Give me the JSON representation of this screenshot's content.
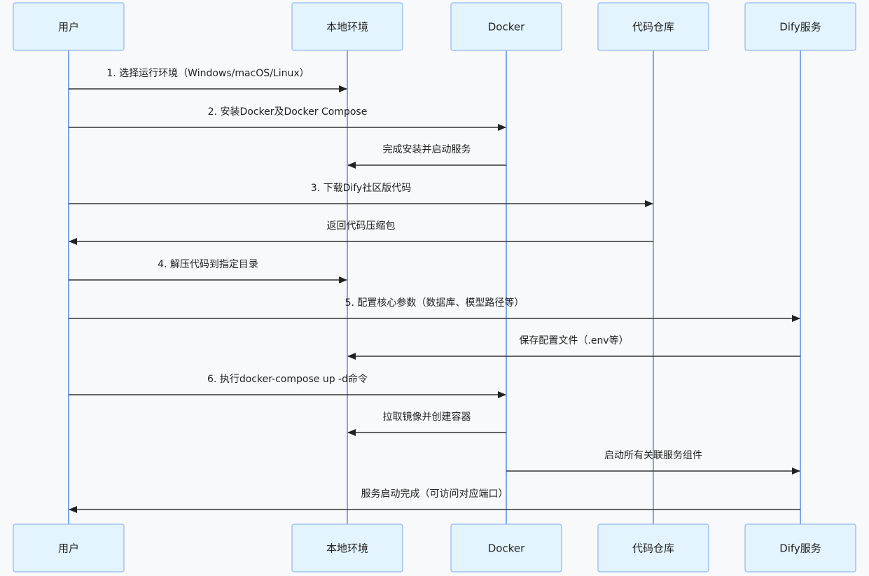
{
  "diagram": {
    "type": "sequence",
    "participants": [
      {
        "id": "user",
        "label": "用户"
      },
      {
        "id": "local",
        "label": "本地环境"
      },
      {
        "id": "docker",
        "label": "Docker"
      },
      {
        "id": "repo",
        "label": "代码仓库"
      },
      {
        "id": "dify",
        "label": "Dify服务"
      }
    ],
    "messages": [
      {
        "from": "user",
        "to": "local",
        "label": "1. 选择运行环境（Windows/macOS/Linux）"
      },
      {
        "from": "user",
        "to": "docker",
        "label": "2. 安装Docker及Docker Compose"
      },
      {
        "from": "docker",
        "to": "local",
        "label": "完成安装并启动服务"
      },
      {
        "from": "user",
        "to": "repo",
        "label": "3. 下载Dify社区版代码"
      },
      {
        "from": "repo",
        "to": "user",
        "label": "返回代码压缩包"
      },
      {
        "from": "user",
        "to": "local",
        "label": "4. 解压代码到指定目录"
      },
      {
        "from": "user",
        "to": "dify",
        "label": "5. 配置核心参数（数据库、模型路径等）"
      },
      {
        "from": "dify",
        "to": "local",
        "label": "保存配置文件（.env等）"
      },
      {
        "from": "user",
        "to": "docker",
        "label": "6. 执行docker-compose up -d命令"
      },
      {
        "from": "docker",
        "to": "local",
        "label": "拉取镜像并创建容器"
      },
      {
        "from": "docker",
        "to": "dify",
        "label": "启动所有关联服务组件"
      },
      {
        "from": "dify",
        "to": "user",
        "label": "服务启动完成（可访问对应端口）"
      }
    ]
  }
}
